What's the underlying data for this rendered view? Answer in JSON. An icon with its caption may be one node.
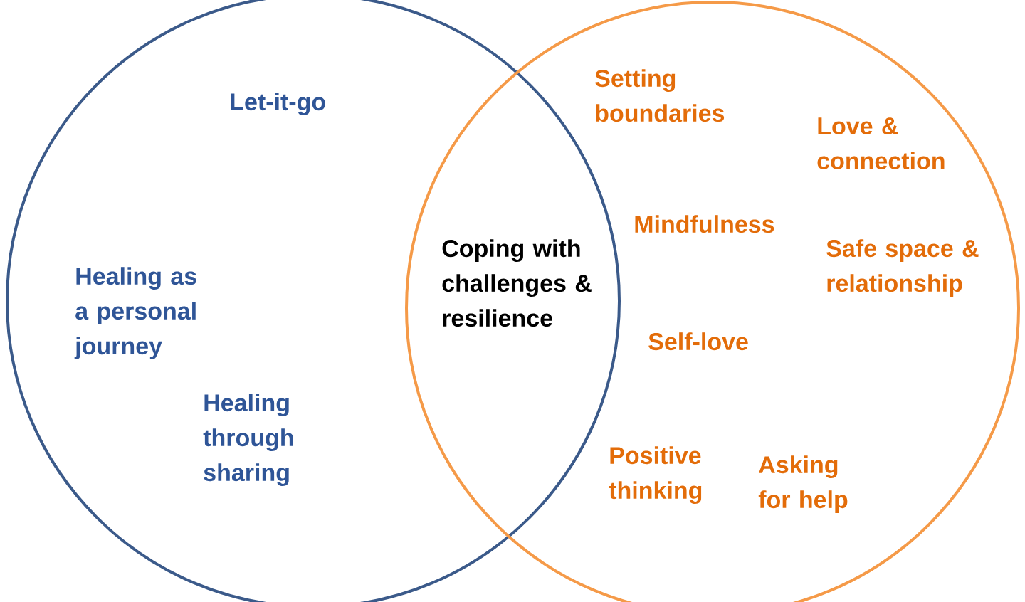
{
  "diagram": {
    "nodes": [
      {
        "text": [
          "Let-it-go",
          "Healing as a personal journey",
          "Healing through sharing"
        ]
      },
      {
        "text": [
          "Setting boundaries",
          "Love & connection",
          "Mindfulness",
          "Safe space & relationship",
          "Self-love",
          "Positive thinking",
          "Asking for help"
        ]
      }
    ],
    "labels": [
      "Coping with challenges & resilience"
    ]
  }
}
